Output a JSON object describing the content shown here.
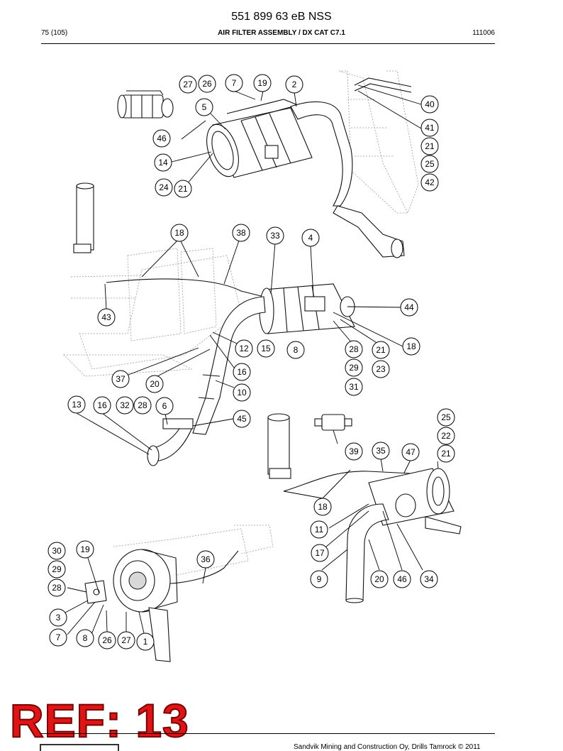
{
  "header": {
    "doc_number": "551 899 63 eB NSS",
    "page": "75 (105)",
    "title": "AIR FILTER ASSEMBLY / DX CAT C7.1",
    "code": "111006"
  },
  "footer": {
    "copyright": "Sandvik Mining and Construction Oy, Drills Tamrock © 2011"
  },
  "stamp": {
    "text": "REF: 13",
    "color": "#e01414"
  },
  "callouts": {
    "top": [
      "27",
      "26",
      "7",
      "19",
      "2",
      "5",
      "46",
      "14",
      "24",
      "21",
      "40",
      "41",
      "21",
      "25",
      "42"
    ],
    "middle": [
      "18",
      "38",
      "33",
      "4",
      "43",
      "44",
      "12",
      "15",
      "8",
      "28",
      "21",
      "18",
      "37",
      "20",
      "16",
      "29",
      "23",
      "31",
      "10",
      "13",
      "16",
      "32",
      "28",
      "6",
      "45"
    ],
    "right": [
      "25",
      "22",
      "39",
      "35",
      "47",
      "21",
      "18",
      "11",
      "17",
      "9",
      "20",
      "46",
      "34"
    ],
    "bottom_left": [
      "30",
      "19",
      "29",
      "28",
      "36",
      "3",
      "7",
      "8",
      "26",
      "27",
      "1"
    ]
  }
}
